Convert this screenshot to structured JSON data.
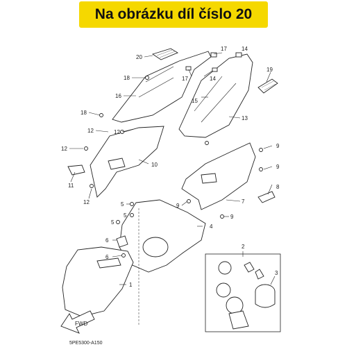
{
  "banner": {
    "title": "Na obrázku díl číslo 20"
  },
  "diagram_code": "5PE5300-A150",
  "fwd_label": "FWD",
  "callouts": [
    "20",
    "18",
    "16",
    "17",
    "17",
    "14",
    "14",
    "15",
    "19",
    "13",
    "18",
    "12",
    "12",
    "12",
    "11",
    "10",
    "12",
    "9",
    "9",
    "9",
    "8",
    "7",
    "9",
    "5",
    "5",
    "5",
    "4",
    "6",
    "6",
    "2",
    "1",
    "3"
  ],
  "colors": {
    "banner": "#f5d800",
    "line": "#222222"
  }
}
